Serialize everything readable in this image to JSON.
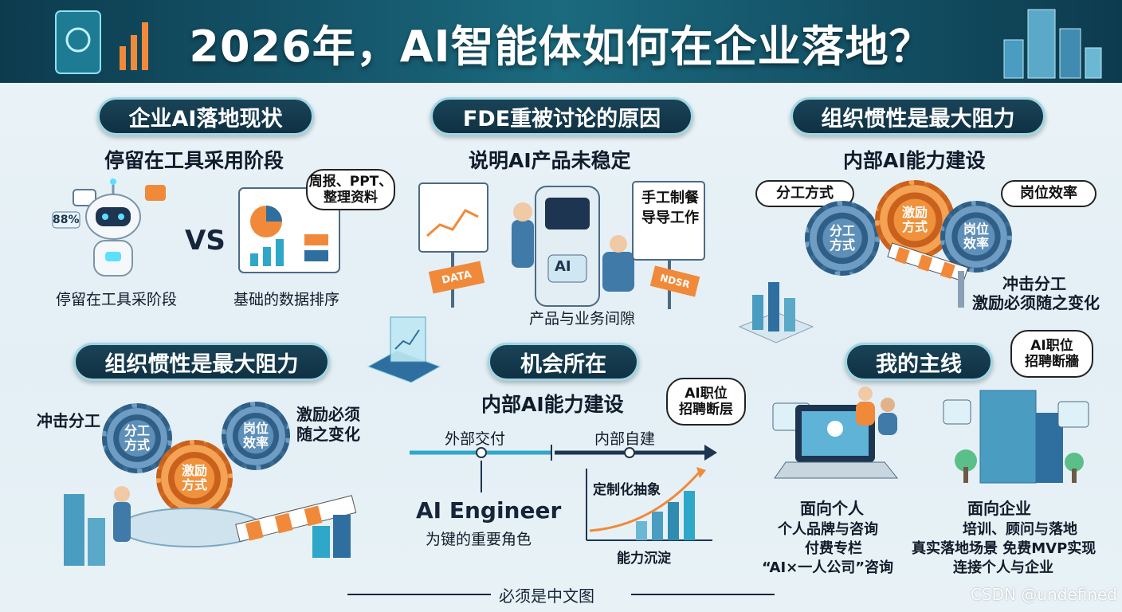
{
  "title": "2026年，AI智能体如何在企业落地？",
  "sections": {
    "status": {
      "pill": "企业AI落地现状",
      "subhead": "停留在工具采用阶段",
      "robot_badge": "88%",
      "vs": "VS",
      "bubble": "周报、PPT、\n整理资料",
      "left_caption": "停留在工具采阶段",
      "right_caption": "基础的数据排序"
    },
    "fde": {
      "pill": "FDE重被讨论的原因",
      "subhead": "说明AI产品未稳定",
      "sign_text": "手工制餐\n导导工作",
      "sign_data": "DATA",
      "sign_right": "NDSR",
      "robot_label": "AI",
      "caption": "产品与业务间隙"
    },
    "inertia_right": {
      "pill": "组织惯性是最大阻力",
      "subhead": "内部AI能力建设",
      "tag_left": "分工方式",
      "tag_right": "岗位效率",
      "gear1": "分工\n方式",
      "gear2": "激励\n方式",
      "gear3": "岗位\n效率",
      "caption_line1": "冲击分工",
      "caption_line2": "激励必须随之变化"
    },
    "inertia_left": {
      "pill": "组织惯性是最大阻力",
      "label_left": "冲击分工",
      "label_right": "激励必须\n随之变化",
      "gear1": "分工\n方式",
      "gear2": "岗位\n效率",
      "gear3": "激励\n方式"
    },
    "opportunity": {
      "pill": "机会所在",
      "subhead": "内部AI能力建设",
      "bubble": "AI职位\n招聘断层",
      "timeline_left": "外部交付",
      "timeline_right": "内部自建",
      "engineer": "AI Engineer",
      "engineer_sub": "为键的重要角色",
      "chart_top": "定制化抽象",
      "chart_bottom": "能力沉淀"
    },
    "mainline": {
      "pill": "我的主线",
      "bubble": "AI职位\n招聘断牆",
      "personal_title": "面向个人",
      "personal_items": [
        "个人品牌与咨询",
        "付费专栏",
        "“AI×一人公司”咨询"
      ],
      "enterprise_title": "面向企业",
      "enterprise_items": [
        "培训、顾问与落地",
        "真实落地场景 免费MVP实现",
        "连接个人与企业"
      ]
    }
  },
  "footer": "必须是中文图",
  "watermark": "CSDN @undefined",
  "colors": {
    "header": "#15566b",
    "pill": "#0f3143",
    "gear_blue": "#3a6b93",
    "gear_orange": "#e07a2c",
    "accent_cyan": "#2ea7c9"
  }
}
